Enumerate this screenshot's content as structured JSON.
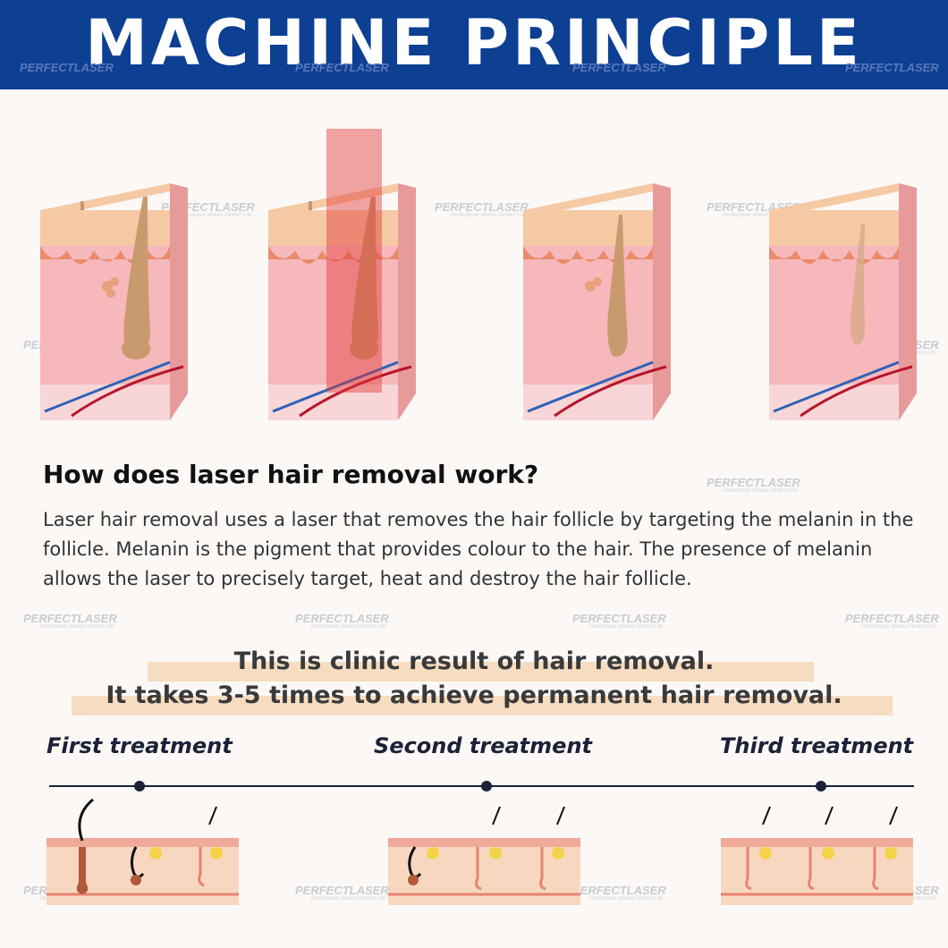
{
  "header": {
    "title": "MACHINE PRINCIPLE"
  },
  "watermark": {
    "brand": "PERFECTLASER",
    "tagline": "Perfectlaser Makes Perfect Life"
  },
  "section": {
    "question": "How does laser hair removal work?",
    "answer": "Laser hair removal uses a laser that removes the hair follicle by targeting the melanin in the follicle. Melanin is the pigment that provides colour to the hair. The presence of melanin allows the laser to precisely target, heat and destroy the hair follicle."
  },
  "result": {
    "line1": "This is clinic result of hair removal.",
    "line2": "It takes 3-5 times to achieve permanent hair removal."
  },
  "treatments": [
    {
      "label": "First treatment"
    },
    {
      "label": "Second treatment"
    },
    {
      "label": "Third treatment"
    }
  ],
  "colors": {
    "banner": "#0d3f93",
    "highlight": "#f6dcc0",
    "skin": "#f3b6b6",
    "hair": "#c99a6e",
    "laser": "#e23a3a"
  }
}
